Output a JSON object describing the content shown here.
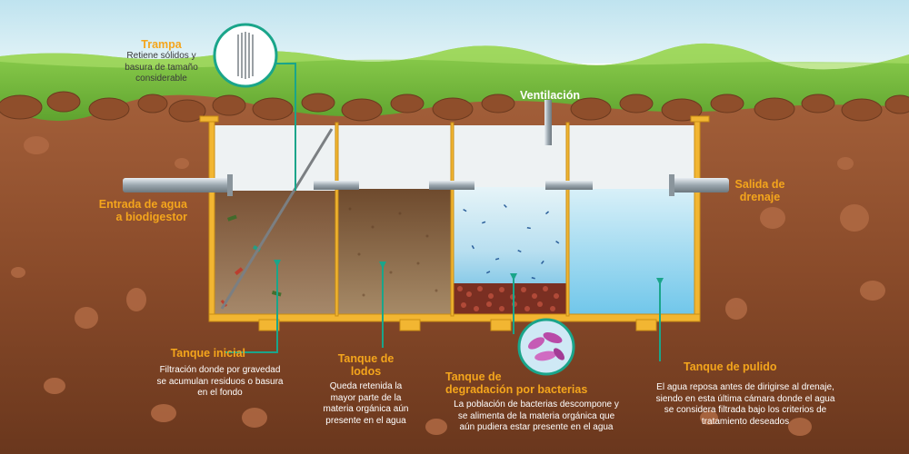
{
  "labels": {
    "trampa": {
      "title": "Trampa",
      "lines": [
        "Retiene sólidos y",
        "basura de tamaño",
        "considerable"
      ]
    },
    "ventilacion": {
      "title": "Ventilación"
    },
    "entrada": {
      "lines": [
        "Entrada de agua",
        "a biodigestor"
      ]
    },
    "salida": {
      "lines": [
        "Salida de",
        "drenaje"
      ]
    },
    "tanque_inicial": {
      "title": "Tanque inicial",
      "lines": [
        "Filtración donde por gravedad",
        "se acumulan residuos o basura",
        "en el fondo"
      ]
    },
    "tanque_lodos": {
      "title_lines": [
        "Tanque de",
        "lodos"
      ],
      "lines": [
        "Queda retenida la",
        "mayor parte de la",
        "materia orgánica aún",
        "presente en el agua"
      ]
    },
    "tanque_bacterias": {
      "title_lines": [
        "Tanque de",
        "degradación por bacterias"
      ],
      "lines": [
        "La población de bacterias descompone y",
        "se alimenta de la materia orgánica que",
        "aún pudiera estar presente en el agua"
      ]
    },
    "tanque_pulido": {
      "title": "Tanque de pulido",
      "lines": [
        "El agua reposa antes de dirigirse al drenaje,",
        "siendo en esta última cámara donde el agua",
        "se considera filtrada bajo los criterios de",
        "tratamiento deseados"
      ]
    }
  },
  "colors": {
    "sky": "#cfe9f2",
    "grass": "#7cc242",
    "soil_top": "#9c5a36",
    "soil_bottom": "#6e3a1f",
    "tank_frame": "#f2b632",
    "callout_line": "#1aa58a",
    "title_orange": "#f4a51c",
    "water": "#8fd3ee"
  }
}
